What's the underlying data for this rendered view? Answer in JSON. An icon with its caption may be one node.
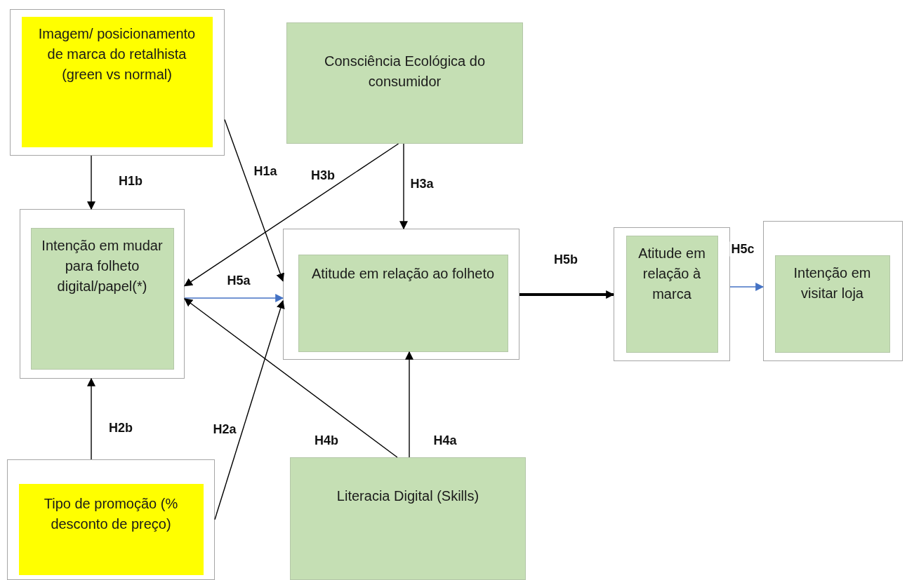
{
  "diagram": {
    "nodes": [
      {
        "text": [],
        "shape": "box"
      },
      {
        "text": [
          "Imagem/ posicionamento de marca do retalhista (green vs normal)"
        ],
        "in": 0
      },
      {
        "text": [
          "Consciência Ecológica do consumidor"
        ]
      },
      {
        "text": [],
        "shape": "box"
      },
      {
        "text": [
          "Intenção em mudar para folheto digital/papel(*)"
        ],
        "in": 3
      },
      {
        "text": [],
        "shape": "box"
      },
      {
        "text": [
          "Atitude em relação ao folheto"
        ],
        "in": 5
      },
      {
        "text": [],
        "shape": "box"
      },
      {
        "text": [
          "Atitude em relação à marca"
        ],
        "in": 7
      },
      {
        "text": [],
        "shape": "box"
      },
      {
        "text": [
          "Intenção em visitar loja"
        ],
        "in": 9
      },
      {
        "text": [],
        "shape": "box"
      },
      {
        "text": [
          "Tipo de promoção (% desconto de preço)"
        ],
        "in": 11
      },
      {
        "text": [
          "Literacia Digital (Skills)"
        ]
      }
    ],
    "edges": [
      {
        "from": 0,
        "to": 3,
        "arrow": "to",
        "label": "H1b"
      },
      {
        "from": 0,
        "to": 5,
        "arrow": "to",
        "label": "H1a"
      },
      {
        "from": 2,
        "to": 3,
        "arrow": "to",
        "label": "H3b"
      },
      {
        "from": 2,
        "to": 5,
        "arrow": "to",
        "label": "H3a"
      },
      {
        "from": 3,
        "to": 5,
        "arrow": "to",
        "label": "H5a",
        "color": "#4472c4"
      },
      {
        "from": 11,
        "to": 3,
        "arrow": "to",
        "label": "H2b"
      },
      {
        "from": 11,
        "to": 5,
        "arrow": "to",
        "label": "H2a"
      },
      {
        "from": 13,
        "to": 3,
        "arrow": "to",
        "label": "H4b"
      },
      {
        "from": 13,
        "to": 6,
        "arrow": "to",
        "label": "H4a"
      },
      {
        "from": 5,
        "to": 7,
        "arrow": "to",
        "label": "H5b",
        "style": "thick"
      },
      {
        "from": 7,
        "to": 9,
        "arrow": "to",
        "label": "H5c",
        "color": "#4472c4"
      }
    ]
  }
}
